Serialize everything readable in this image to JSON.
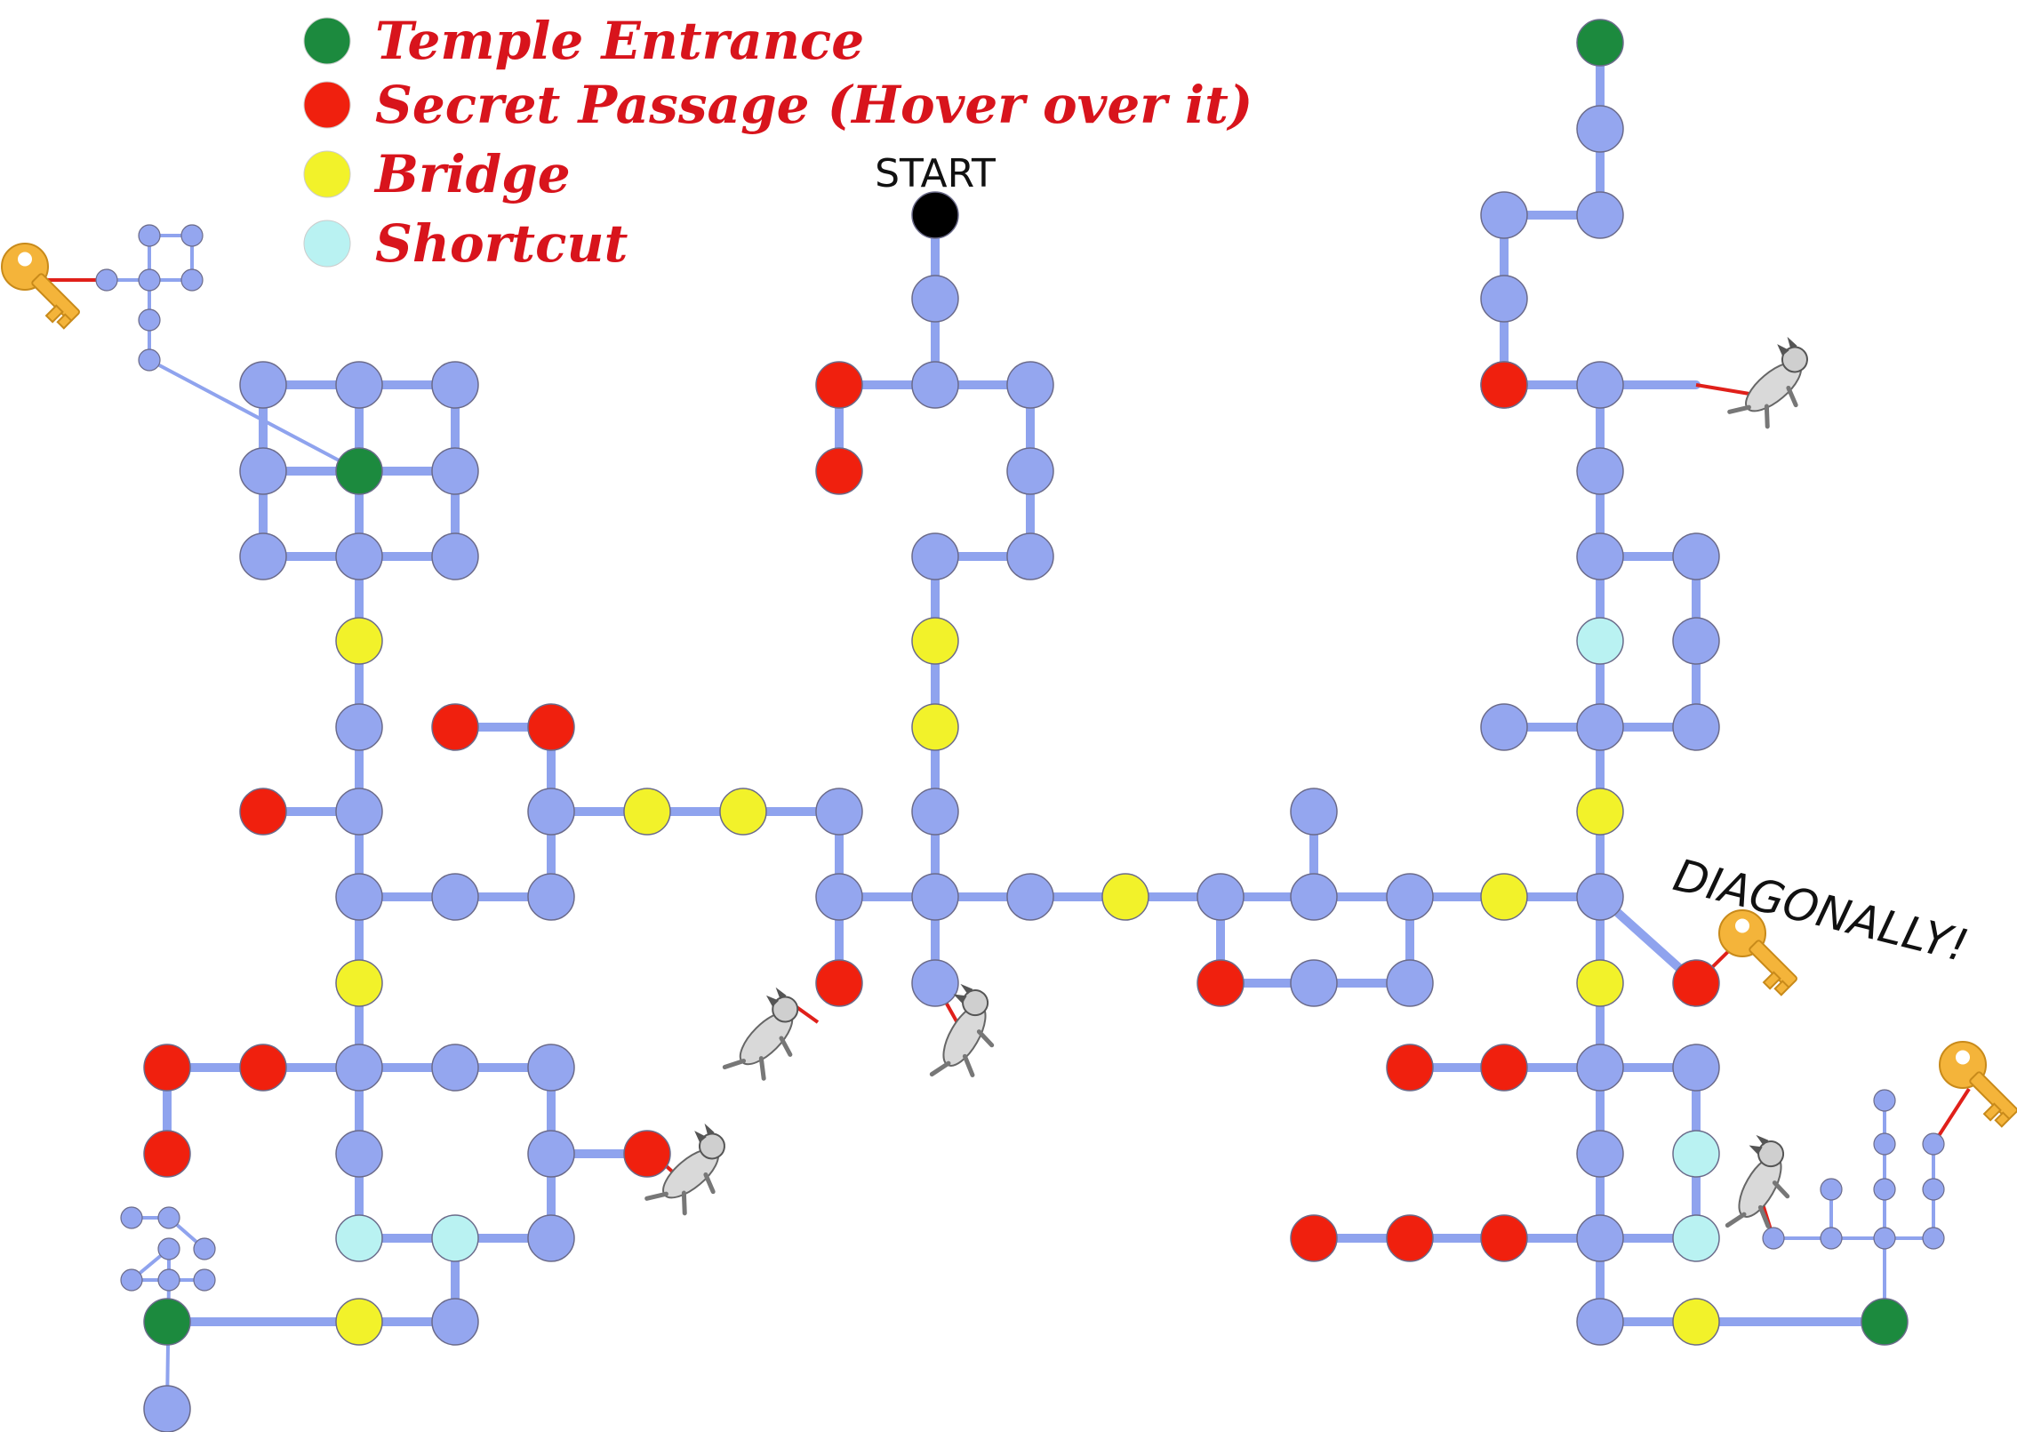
{
  "colors": {
    "background": "#ffffff",
    "path": "#8fa3ee",
    "node": "#94a6ef",
    "node_stroke": "#6b6b8a",
    "entrance": "#1c8a3e",
    "secret": "#f0200e",
    "bridge": "#f2f22a",
    "shortcut": "#b9f2f2",
    "start": "#000000",
    "secret_link": "#e0201a",
    "legend_text": "#d8141c",
    "key": "#f4b43a"
  },
  "legend": [
    {
      "label": "Temple Entrance",
      "type": "entrance"
    },
    {
      "label": "Secret Passage (Hover over it)",
      "type": "secret"
    },
    {
      "label": "Bridge",
      "type": "bridge"
    },
    {
      "label": "Shortcut",
      "type": "shortcut"
    }
  ],
  "annotations": {
    "start_label": "START",
    "diagonal_label": "DIAGONALLY!"
  },
  "icons": {
    "key": "key-icon",
    "dog": "sleeping-dog-icon"
  }
}
